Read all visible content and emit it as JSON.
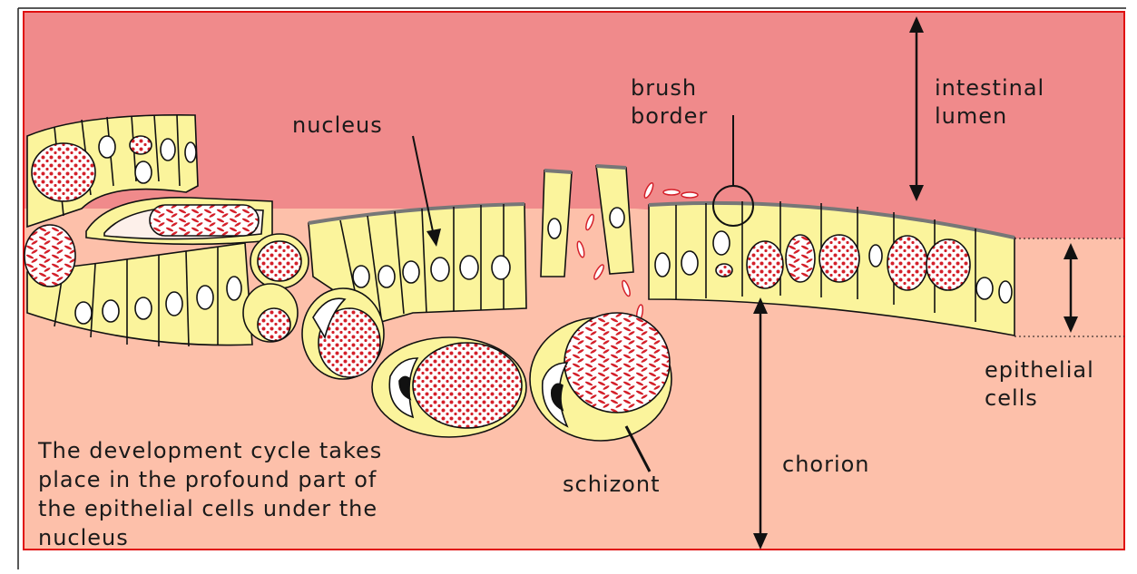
{
  "colors": {
    "lumen": "#f08a8b",
    "chorion": "#fdc0aa",
    "cell_fill": "#fbf49c",
    "parasite_red": "#d4202a",
    "frame_border": "#e01010"
  },
  "labels": {
    "nucleus": "nucleus",
    "brush_border": [
      "brush",
      "border"
    ],
    "intestinal_lumen": [
      "intestinal",
      "lumen"
    ],
    "epithelial_cells": [
      "epithelial",
      "cells"
    ],
    "chorion": "chorion",
    "schizont": "schizont",
    "description": [
      "The development cycle takes",
      "place in the profound part of",
      "the epithelial cells under the",
      "nucleus"
    ]
  }
}
